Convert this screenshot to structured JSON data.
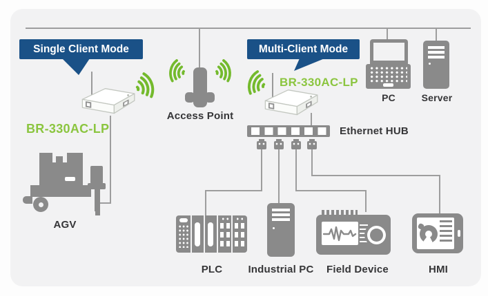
{
  "banners": {
    "single": "Single Client Mode",
    "multi": "Multi-Client Mode"
  },
  "devices": {
    "single_model": "BR-330AC-LP",
    "multi_model": "BR-330AC-LP"
  },
  "labels": {
    "access_point": "Access Point",
    "pc": "PC",
    "server": "Server",
    "ethernet_hub": "Ethernet HUB",
    "agv": "AGV",
    "plc": "PLC",
    "industrial_pc": "Industrial PC",
    "field_device": "Field Device",
    "hmi": "HMI"
  },
  "icons": {
    "wifi_signal": "wifi-arcs",
    "access_point": "antenna-unit",
    "pc": "laptop",
    "server": "tower",
    "ethernet_hub": "switch-bar-with-rj45-ports",
    "plug": "rj45-plug",
    "agv": "automated-guided-vehicle",
    "plc": "plc-rack",
    "industrial_pc": "tower",
    "field_device": "instrument-with-waveform-and-knob",
    "hmi": "tablet-with-donut-chart"
  },
  "colors": {
    "panel_bg": "#f2f2f3",
    "page_bg": "#fdfdfd",
    "icon_gray": "#8a8a8a",
    "line_gray": "#9d9d9d",
    "banner_blue": "#1a5187",
    "brand_green": "#8bc53f",
    "wifi_green": "#74ba2d",
    "label_dark": "#353537"
  }
}
